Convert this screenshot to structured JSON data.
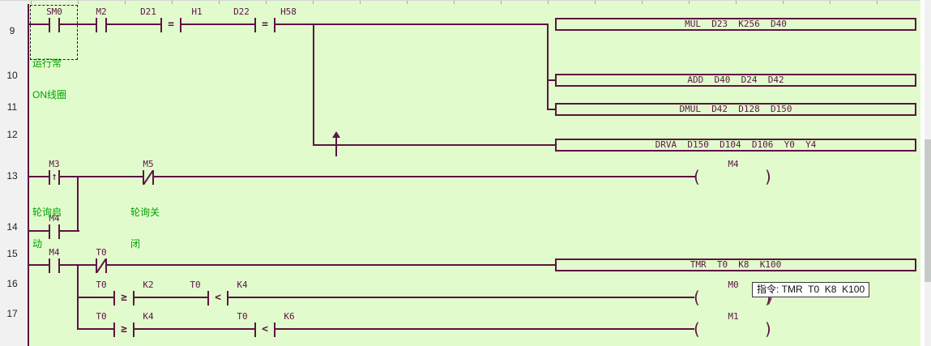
{
  "gutter": {
    "rows": [
      "9",
      "10",
      "11",
      "12",
      "13",
      "14",
      "15",
      "16",
      "17"
    ]
  },
  "r9": {
    "sm0": "SM0",
    "sm0_comment1": "运行常",
    "sm0_comment2": "ON线圈",
    "m2": "M2",
    "cmp1_left": "D21",
    "cmp1_op": "=",
    "cmp1_right": "H1",
    "cmp2_left": "D22",
    "cmp2_op": "=",
    "cmp2_right": "H58",
    "mul": "MUL  D23  K256  D40",
    "add": "ADD  D40  D24  D42",
    "dmul": "DMUL  D42  D128  D150",
    "drva": "DRVA  D150  D104  D106  Y0  Y4"
  },
  "r13": {
    "m3": "M3",
    "m3_comment1": "轮询启",
    "m3_comment2": "动",
    "m5": "M5",
    "m5_comment1": "轮询关",
    "m5_comment2": "闭",
    "coil": "M4"
  },
  "r14": {
    "m4": "M4"
  },
  "r15": {
    "m4": "M4",
    "t0": "T0",
    "tmr": "TMR  T0  K8  K100"
  },
  "r16": {
    "cmp1_left": "T0",
    "cmp1_op": "≥",
    "cmp1_right": "K2",
    "cmp2_left": "T0",
    "cmp2_op": "<",
    "cmp2_right": "K4",
    "coil": "M0"
  },
  "r17": {
    "cmp1_left": "T0",
    "cmp1_op": "≥",
    "cmp1_right": "K4",
    "cmp2_left": "T0",
    "cmp2_op": "<",
    "cmp2_right": "K6",
    "coil": "M1"
  },
  "tooltip": "指令: TMR  T0  K8  K100",
  "symbols": {
    "coil_open": "(",
    "coil_close": ")",
    "rising_edge": "↑"
  },
  "colors": {
    "wire": "#5b1543",
    "background": "#e2fbcd",
    "comment": "#00a000"
  }
}
